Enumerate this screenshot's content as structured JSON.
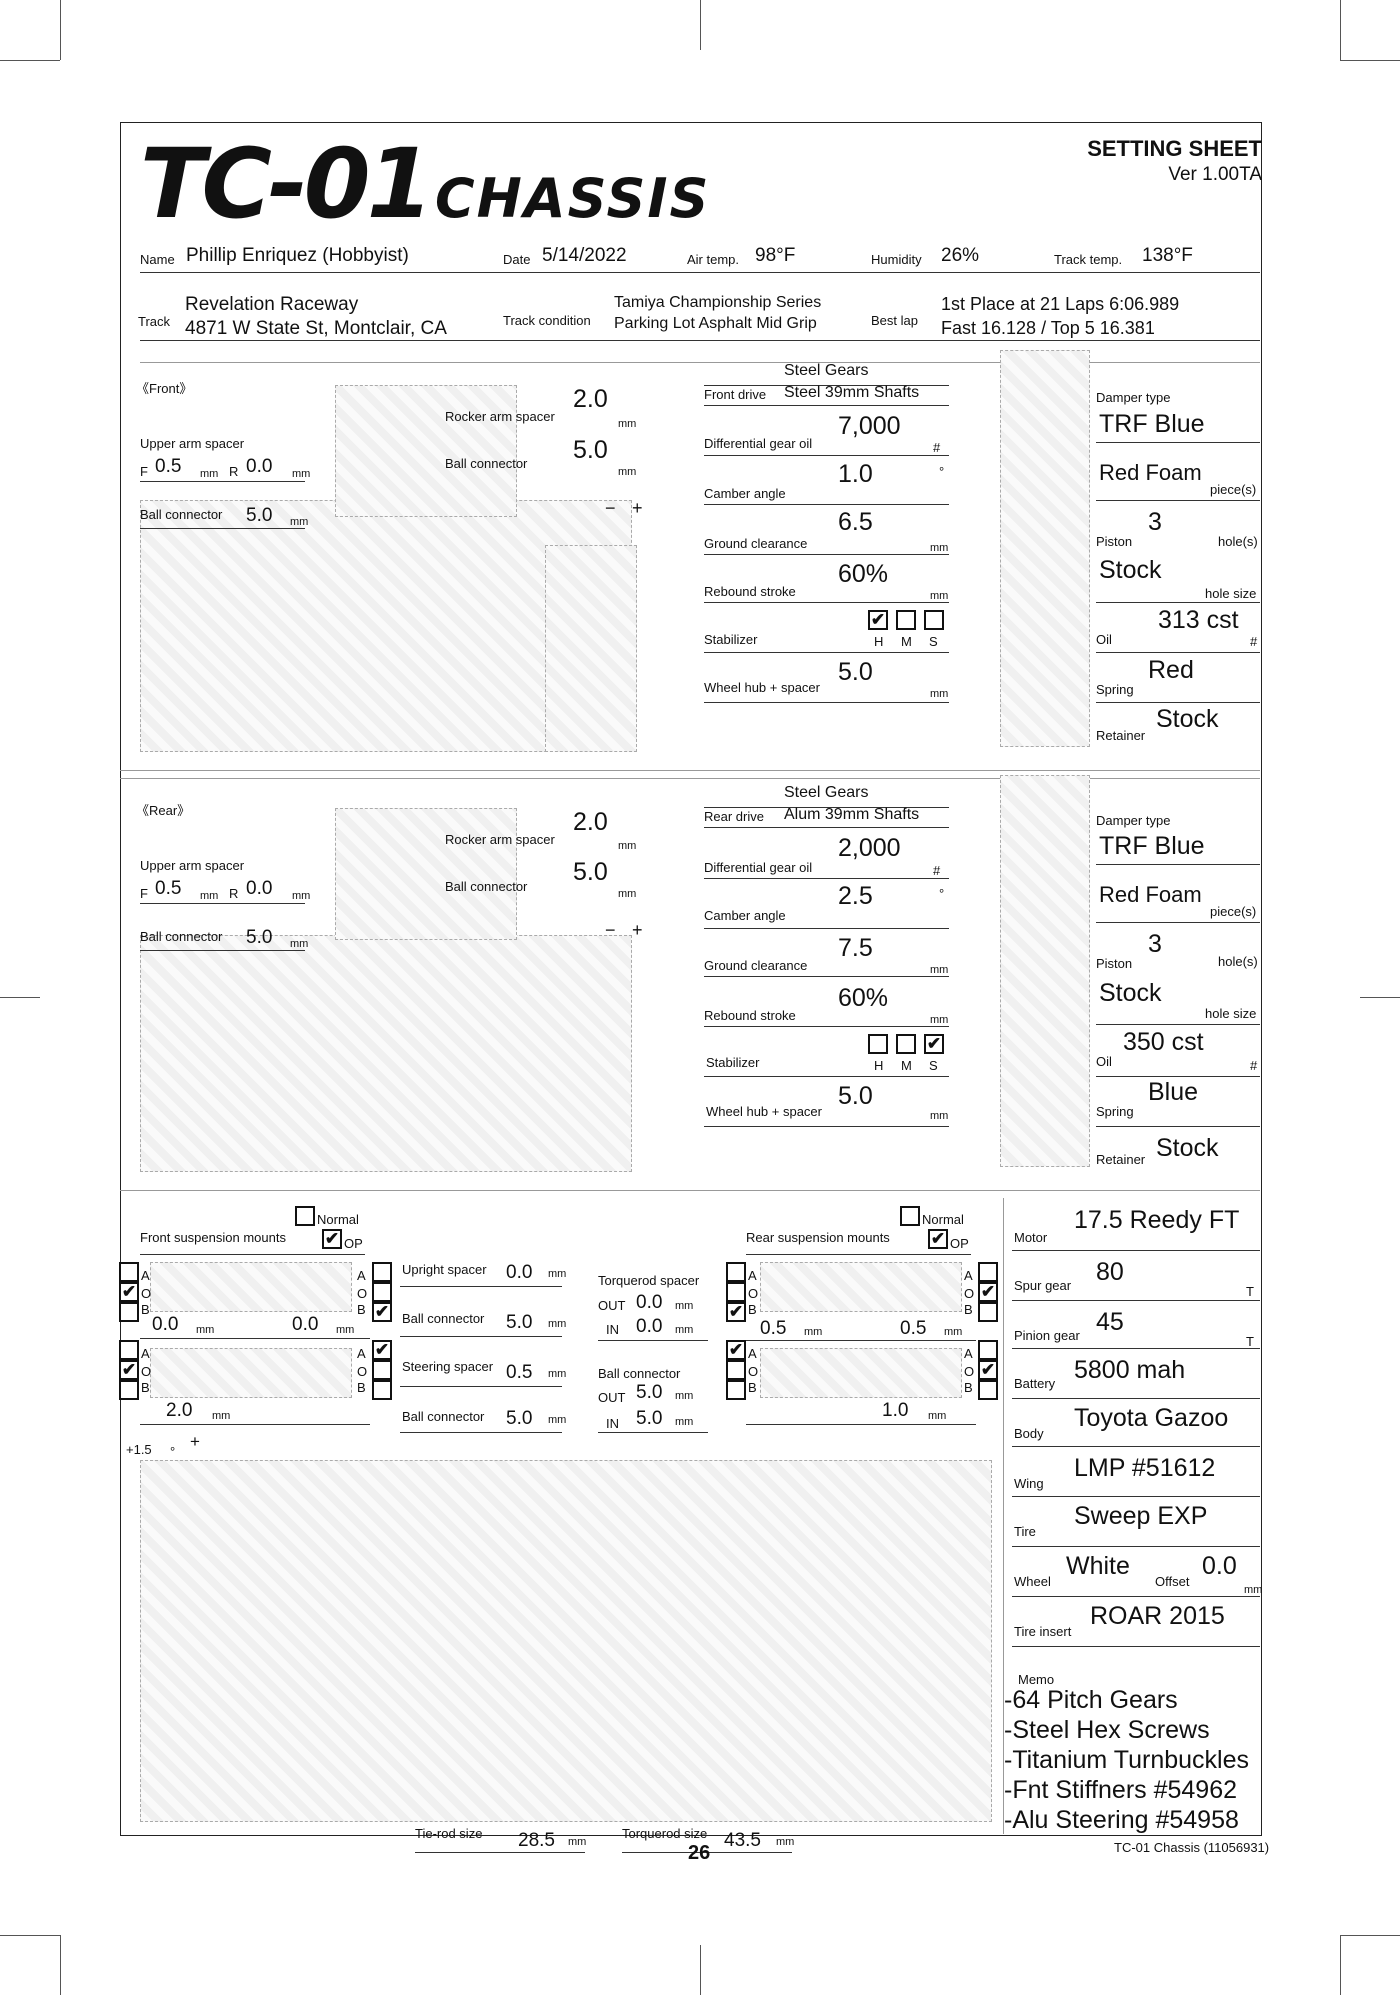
{
  "header": {
    "logo_tc": "TC-01",
    "logo_chassis": "CHASSIS",
    "sheet_title": "SETTING SHEET",
    "version": "Ver 1.00TA"
  },
  "info": {
    "name_label": "Name",
    "name": "Phillip Enriquez (Hobbyist)",
    "date_label": "Date",
    "date": "5/14/2022",
    "air_label": "Air temp.",
    "air": "98°F",
    "humidity_label": "Humidity",
    "humidity": "26%",
    "track_temp_label": "Track temp.",
    "track_temp": "138°F",
    "track_label": "Track",
    "track_line1": "Revelation Raceway",
    "track_line2": "4871 W State St, Montclair, CA",
    "condition_label": "Track condition",
    "condition_line1": "Tamiya Championship Series",
    "condition_line2": "Parking Lot Asphalt Mid Grip",
    "best_lap_label": "Best lap",
    "best_lap_line1": "1st Place at 21 Laps 6:06.989",
    "best_lap_line2": "Fast 16.128 / Top 5 16.381"
  },
  "front": {
    "section_label": "《Front》",
    "rocker_label": "Rocker arm spacer",
    "rocker": "2.0",
    "ballconn_top_label": "Ball connector",
    "ballconn_top": "5.0",
    "upper_arm_label": "Upper arm spacer",
    "f_label": "F",
    "f": "0.5",
    "r_label": "R",
    "r": "0.0",
    "ball_conn_label": "Ball connector",
    "ball_conn": "5.0",
    "drive_label": "Front drive",
    "drive_line1": "Steel Gears",
    "drive_line2": "Steel 39mm Shafts",
    "diff_label": "Differential gear oil",
    "diff": "7,000",
    "camber_label": "Camber angle",
    "camber": "1.0",
    "ground_label": "Ground clearance",
    "ground": "6.5",
    "rebound_label": "Rebound stroke",
    "rebound": "60%",
    "stabilizer_label": "Stabilizer",
    "stab_h": "✔",
    "stab_m": "",
    "stab_s": "",
    "hub_label": "Wheel hub + spacer",
    "hub": "5.0",
    "damper_type_label": "Damper type",
    "damper_type": "TRF Blue",
    "damper_extra": "Red Foam",
    "pieces_label": "piece(s)",
    "piston_label": "Piston",
    "piston": "3",
    "holes_label": "hole(s)",
    "piston2": "Stock",
    "hole_size_label": "hole size",
    "oil_label": "Oil",
    "oil": "313 cst",
    "spring_label": "Spring",
    "spring": "Red",
    "retainer_label": "Retainer",
    "retainer": "Stock"
  },
  "rear": {
    "section_label": "《Rear》",
    "rocker_label": "Rocker arm spacer",
    "rocker": "2.0",
    "ballconn_top_label": "Ball connector",
    "ballconn_top": "5.0",
    "upper_arm_label": "Upper arm spacer",
    "f_label": "F",
    "f": "0.5",
    "r_label": "R",
    "r": "0.0",
    "ball_conn_label": "Ball connector",
    "ball_conn": "5.0",
    "drive_label": "Rear drive",
    "drive_line1": "Steel Gears",
    "drive_line2": "Alum 39mm Shafts",
    "diff_label": "Differential gear oil",
    "diff": "2,000",
    "camber_label": "Camber angle",
    "camber": "2.5",
    "ground_label": "Ground clearance",
    "ground": "7.5",
    "rebound_label": "Rebound stroke",
    "rebound": "60%",
    "stabilizer_label": "Stabilizer",
    "stab_h": "",
    "stab_m": "",
    "stab_s": "✔",
    "hub_label": "Wheel hub + spacer",
    "hub": "5.0",
    "damper_type_label": "Damper type",
    "damper_type": "TRF Blue",
    "damper_extra": "Red Foam",
    "pieces_label": "piece(s)",
    "piston_label": "Piston",
    "piston": "3",
    "holes_label": "hole(s)",
    "piston2": "Stock",
    "hole_size_label": "hole size",
    "oil_label": "Oil",
    "oil": "350 cst",
    "spring_label": "Spring",
    "spring": "Blue",
    "retainer_label": "Retainer",
    "retainer": "Stock"
  },
  "mounts": {
    "front_label": "Front suspension mounts",
    "rear_label": "Rear suspension mounts",
    "normal_label": "Normal",
    "op_label": "OP",
    "front_normal": "",
    "front_op": "✔",
    "rear_normal": "",
    "rear_op": "✔",
    "a": "A",
    "o": "O",
    "b": "B",
    "front_top_left": "0.0",
    "front_top_right": "0.0",
    "front_bottom_left": "2.0",
    "rear_top_left": "0.5",
    "rear_top_right": "0.5",
    "rear_bottom_right": "1.0",
    "upright_label": "Upright spacer",
    "upright": "0.0",
    "fball1_label": "Ball connector",
    "fball1": "5.0",
    "steering_label": "Steering spacer",
    "steering": "0.5",
    "fball2_label": "Ball connector",
    "fball2": "5.0",
    "torque_spacer_label": "Torquerod spacer",
    "out_label": "OUT",
    "in_label": "IN",
    "torque_out": "0.0",
    "torque_in": "0.0",
    "rball_label": "Ball connector",
    "rball_out": "5.0",
    "rball_in": "5.0",
    "toe": "+1.5",
    "plus": "+",
    "minus": "−",
    "tierod_label": "Tie-rod size",
    "tierod": "28.5",
    "torquerod_label": "Torquerod size",
    "torquerod": "43.5"
  },
  "general": {
    "motor_label": "Motor",
    "motor": "17.5 Reedy FT",
    "spur_label": "Spur gear",
    "spur": "80",
    "pinion_label": "Pinion gear",
    "pinion": "45",
    "battery_label": "Battery",
    "battery": "5800 mah",
    "body_label": "Body",
    "body": "Toyota Gazoo",
    "wing_label": "Wing",
    "wing": "LMP #51612",
    "tire_label": "Tire",
    "tire": "Sweep EXP",
    "wheel_label": "Wheel",
    "wheel": "White",
    "offset_label": "Offset",
    "offset": "0.0",
    "insert_label": "Tire insert",
    "insert": "ROAR 2015",
    "memo_label": "Memo",
    "memo": [
      "-64 Pitch Gears",
      "-Steel Hex Screws",
      "-Titanium Turnbuckles",
      "-Fnt Stiffners #54962",
      "-Alu Steering #54958"
    ]
  },
  "units": {
    "mm": "mm",
    "hash": "#",
    "deg": "°",
    "t": "T"
  },
  "footer": {
    "page": "26",
    "doc": "TC-01 Chassis (11056931)"
  }
}
